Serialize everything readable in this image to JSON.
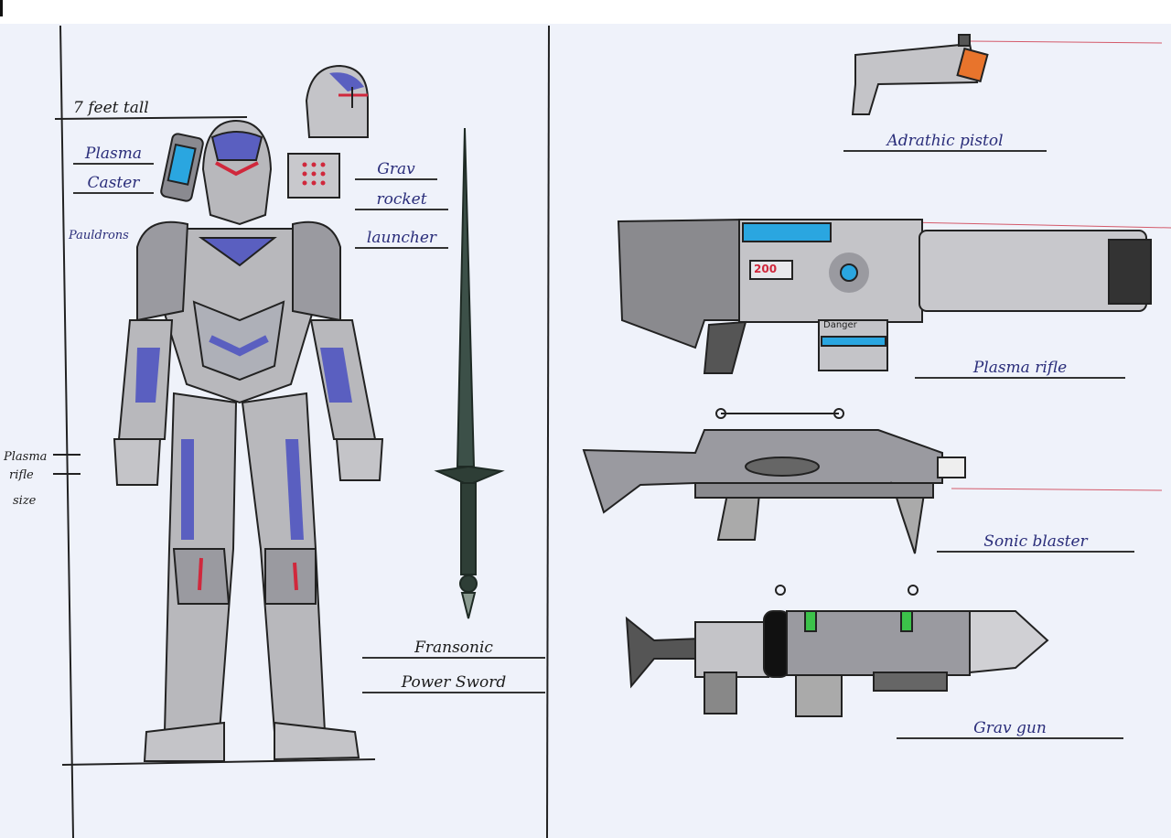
{
  "sheet": {
    "height_note": "7 feet tall",
    "armor_labels": {
      "plasma_caster": [
        "Plasma",
        "Caster"
      ],
      "pauldrons": "Pauldrons",
      "grav_rocket_launcher": [
        "Grav",
        "rocket",
        "launcher"
      ],
      "plasma_rifle_size": [
        "Plasma",
        "rifle",
        "size"
      ]
    },
    "sword_label": [
      "Fransonic",
      "Power Sword"
    ],
    "weapons": [
      {
        "name": "Adrathic pistol"
      },
      {
        "name": "Plasma rifle",
        "counter": "200",
        "warning": "Danger"
      },
      {
        "name": "Sonic blaster"
      },
      {
        "name": "Grav gun"
      }
    ],
    "colors": {
      "paper": "#eff2fa",
      "armor_blue": "#5a5fc0",
      "armor_grey": "#b8b8bc",
      "accent_red": "#d0283c",
      "cyan": "#2aa6e0",
      "green": "#3cc24a",
      "orange": "#e8742c"
    }
  }
}
